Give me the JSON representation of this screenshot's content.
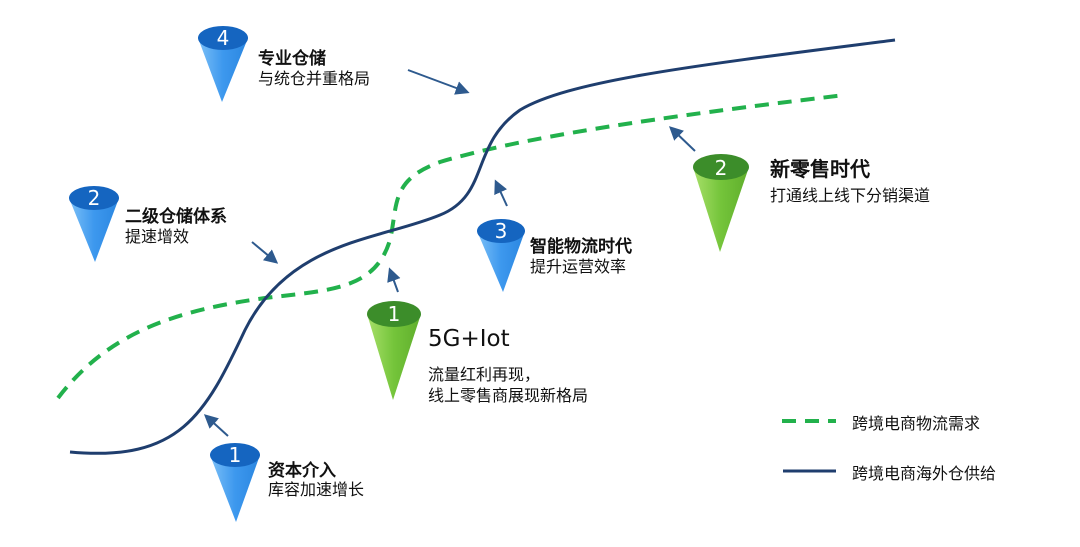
{
  "colors": {
    "demand_line": "#22b14c",
    "supply_line": "#1f3e6e",
    "arrow": "#2e5a8e",
    "blue_cone_top": "#1565c0",
    "blue_cone_body": "#4aa3f0",
    "green_cone_top": "#3c8d2a",
    "green_cone_body": "#7ecb3f"
  },
  "legend": {
    "demand_label": "跨境电商物流需求",
    "supply_label": "跨境电商海外仓供给"
  },
  "milestones": [
    {
      "id": "capital",
      "icon": "blue-cone-icon",
      "number": "1",
      "title": "资本介入",
      "desc": [
        "库容加速增长"
      ]
    },
    {
      "id": "secondary",
      "icon": "blue-cone-icon",
      "number": "2",
      "title": "二级仓储体系",
      "desc": [
        "提速增效"
      ]
    },
    {
      "id": "smart",
      "icon": "blue-cone-icon",
      "number": "3",
      "title": "智能物流时代",
      "desc": [
        "提升运营效率"
      ]
    },
    {
      "id": "professional",
      "icon": "blue-cone-icon",
      "number": "4",
      "title": "专业仓储",
      "desc": [
        "与统仓并重格局"
      ]
    },
    {
      "id": "5g",
      "icon": "green-cone-icon",
      "number": "1",
      "title": "5G+Iot",
      "desc": [
        "流量红利再现，",
        "线上零售商展现新格局"
      ]
    },
    {
      "id": "newretail",
      "icon": "green-cone-icon",
      "number": "2",
      "title": "新零售时代",
      "desc": [
        "打通线上线下分销渠道"
      ]
    }
  ]
}
